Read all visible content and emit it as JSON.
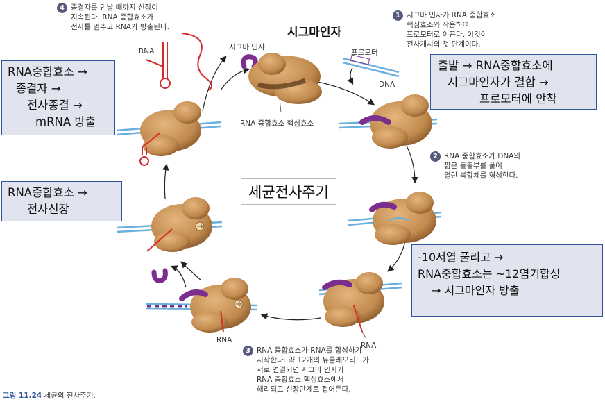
{
  "title": "시그마인자",
  "center_label": "세균전사주기",
  "labels": {
    "rna": "RNA",
    "sigma_factor": "시그마 인자",
    "promoter": "프로모터",
    "dna": "DNA",
    "core_enzyme": "RNA 중합효소 핵심효소",
    "rna_mid": "RNA",
    "rna_bottom": "RNA"
  },
  "steps": [
    {
      "num": "1",
      "lines": [
        "시그마 인자가 RNA 중합효소",
        "핵심효소와 작용하여",
        "프로모터로 이끈다. 이것이",
        "전사개시의 첫 단계이다."
      ]
    },
    {
      "num": "2",
      "lines": [
        "RNA 중합효소가 DNA의",
        "짧은 돌출부를 풀어",
        "열린 복합체를 형성한다."
      ]
    },
    {
      "num": "3",
      "lines": [
        "RNA 중합효소가 RNA를 합성하기",
        "시작한다. 약 12개의 뉴클레오티드가",
        "서로 연결되면 시그마 인자가",
        "RNA 중합효소 핵심효소에서",
        "해리되고 신장단계로 접어든다."
      ]
    },
    {
      "num": "4",
      "lines": [
        "종결자를 만날 때까지 신장이",
        "지속된다. RNA 중합효소가",
        "전사를 멈추고 RNA가 방출된다."
      ]
    }
  ],
  "annotations": {
    "termination": [
      "RNA중합효소 →",
      "종결자 →",
      "전사종결 →",
      "mRNA 방출"
    ],
    "initiation": [
      "출발 → RNA중합효소에",
      "시그마인자가 결합 →",
      "프로모터에 안착"
    ],
    "elongation": [
      "RNA중합효소 →",
      "전사신장"
    ],
    "unwinding": [
      "-10서열 풀리고 →",
      "RNA중합효소는 ~12염기합성",
      "→ 시그마인자 방출"
    ]
  },
  "figure": {
    "number": "그림 11.24",
    "caption": "세균의 전사주기."
  },
  "colors": {
    "dna": "#6ab0dc",
    "rna": "#d62b2b",
    "sigma": "#7b2e8e",
    "enzyme": "#c4925a",
    "box_border": "#2f5597",
    "box_fill": "#e1e4ee"
  }
}
